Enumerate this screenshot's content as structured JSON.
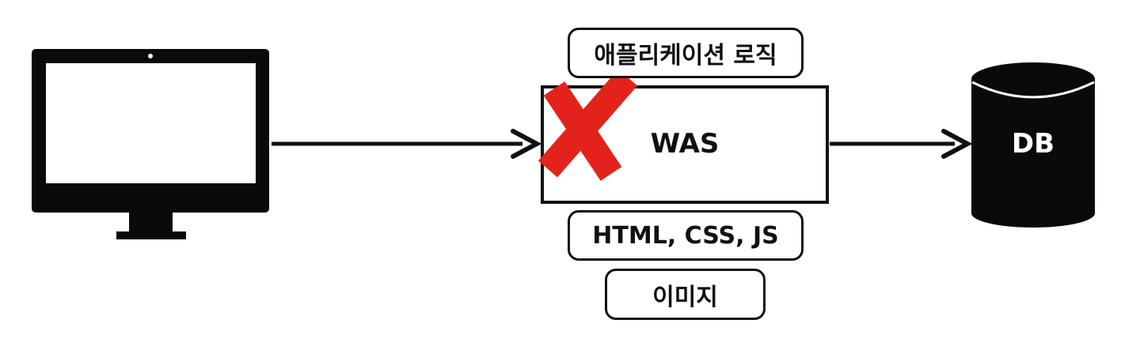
{
  "diagram": {
    "was_label": "WAS",
    "db_label": "DB",
    "boxes": {
      "app_logic": "애플리케이션 로직",
      "static_files": "HTML, CSS, JS",
      "image": "이미지"
    },
    "colors": {
      "stroke": "#111111",
      "cross_mark": "#e3231b",
      "background": "#ffffff"
    },
    "icons": [
      "monitor-icon",
      "database-icon",
      "cross-mark-icon",
      "arrow-right-icon"
    ]
  }
}
